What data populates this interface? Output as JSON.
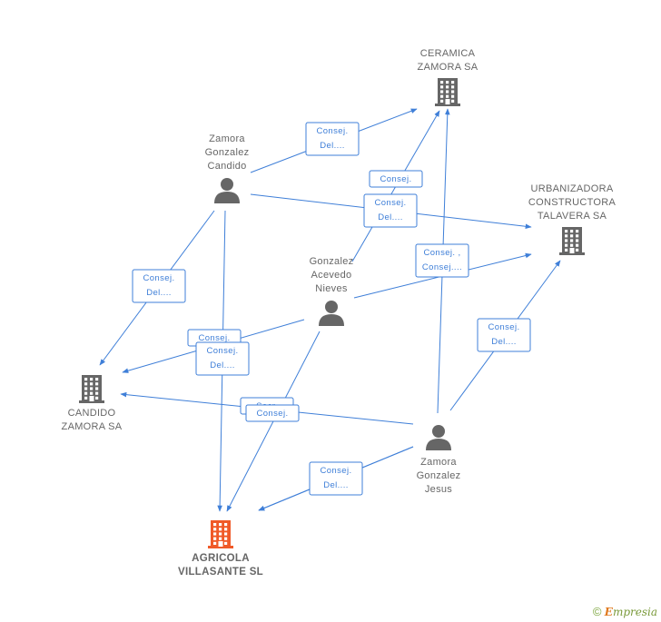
{
  "colors": {
    "edge": "#3f7fd8",
    "node": "#666666",
    "main_node": "#f05a28"
  },
  "nodes": [
    {
      "id": "ceramica",
      "kind": "company",
      "lines": [
        "CERAMICA",
        "ZAMORA SA"
      ],
      "label_pos": "above"
    },
    {
      "id": "urbanizadora",
      "kind": "company",
      "lines": [
        "URBANIZADORA",
        "CONSTRUCTORA",
        "TALAVERA SA"
      ],
      "label_pos": "above"
    },
    {
      "id": "candido_sa",
      "kind": "company",
      "lines": [
        "CANDIDO",
        "ZAMORA SA"
      ],
      "label_pos": "below"
    },
    {
      "id": "agricola",
      "kind": "company",
      "main": true,
      "lines": [
        "AGRICOLA",
        "VILLASANTE SL"
      ],
      "label_pos": "below"
    },
    {
      "id": "candido",
      "kind": "person",
      "lines": [
        "Zamora",
        "Gonzalez",
        "Candido"
      ],
      "label_pos": "above"
    },
    {
      "id": "nieves",
      "kind": "person",
      "lines": [
        "Gonzalez",
        "Acevedo",
        "Nieves"
      ],
      "label_pos": "above"
    },
    {
      "id": "jesus",
      "kind": "person",
      "lines": [
        "Zamora",
        "Gonzalez",
        "Jesus"
      ],
      "label_pos": "below"
    }
  ],
  "edges": [
    {
      "from": "candido",
      "to": "ceramica",
      "label": [
        "Consej.",
        "Del...."
      ]
    },
    {
      "from": "candido",
      "to": "urbanizadora",
      "label": [
        "Consej.",
        "Del...."
      ]
    },
    {
      "from": "candido",
      "to": "candido_sa",
      "label": [
        "Consej.",
        "Del...."
      ]
    },
    {
      "from": "candido",
      "to": "agricola",
      "label": []
    },
    {
      "from": "nieves",
      "to": "ceramica",
      "label": [
        "Consej."
      ]
    },
    {
      "from": "nieves",
      "to": "urbanizadora",
      "label": [
        "Consej. ,",
        "Consej...."
      ]
    },
    {
      "from": "nieves",
      "to": "candido_sa",
      "label": [
        "Consej."
      ]
    },
    {
      "from": "nieves",
      "to": "agricola",
      "label": [
        "Consej.",
        "Del...."
      ]
    },
    {
      "from": "jesus",
      "to": "ceramica",
      "label": []
    },
    {
      "from": "jesus",
      "to": "urbanizadora",
      "label": [
        "Consej.",
        "Del...."
      ]
    },
    {
      "from": "jesus",
      "to": "candido_sa",
      "label": [
        "Secr."
      ]
    },
    {
      "from": "jesus",
      "to": "agricola",
      "label": [
        "Consej.",
        "Del...."
      ]
    },
    {
      "from": "jesus",
      "to": "agricola",
      "label": [
        "Consej."
      ]
    }
  ],
  "copyright": {
    "symbol": "©",
    "brand_initial": "E",
    "brand_rest": "mpresia"
  }
}
